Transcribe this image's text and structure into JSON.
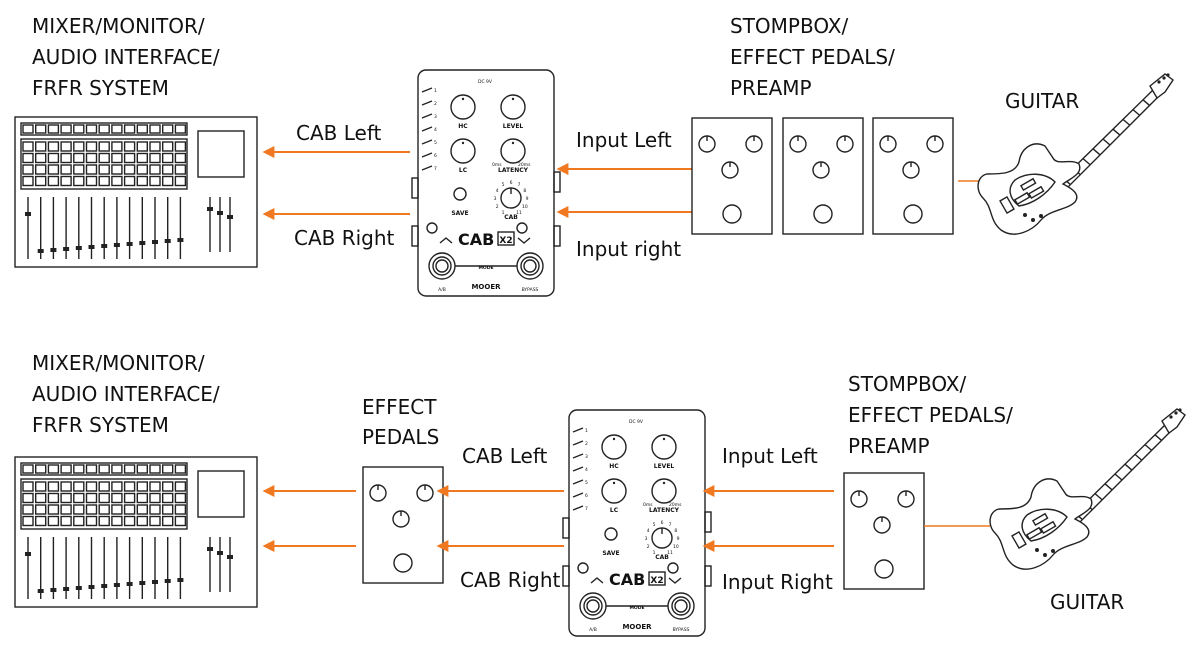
{
  "colors": {
    "arrow": "#f07820",
    "line": "#222222"
  },
  "top": {
    "mixer_label": [
      "MIXER/MONITOR/",
      "AUDIO INTERFACE/",
      "FRFR SYSTEM"
    ],
    "stompbox_label": [
      "STOMPBOX/",
      "EFFECT PEDALS/",
      "PREAMP"
    ],
    "guitar_label": "GUITAR",
    "cab_left": "CAB Left",
    "cab_right": "CAB Right",
    "input_left": "Input Left",
    "input_right": "Input right"
  },
  "bottom": {
    "mixer_label": [
      "MIXER/MONITOR/",
      "AUDIO INTERFACE/",
      "FRFR SYSTEM"
    ],
    "effect_label": [
      "EFFECT",
      "PEDALS"
    ],
    "stompbox_label": [
      "STOMPBOX/",
      "EFFECT PEDALS/",
      "PREAMP"
    ],
    "guitar_label": "GUITAR",
    "cab_left": "CAB Left",
    "cab_right": "CAB Right",
    "input_left": "Input Left",
    "input_right": "Input Right"
  },
  "pedal": {
    "dc": "DC 9V",
    "knobs": [
      "HC",
      "LEVEL",
      "LC",
      "LATENCY"
    ],
    "latency_range": [
      "0ms",
      "20ms"
    ],
    "cab_knob_label": "CAB",
    "cab_scale": [
      "1",
      "2",
      "3",
      "4",
      "5",
      "6",
      "7",
      "8",
      "9",
      "10",
      "11"
    ],
    "save": "SAVE",
    "name": "CAB",
    "name_suffix": "X2",
    "mode": "MODE",
    "footswitch_left": "A/B",
    "footswitch_right": "BYPASS",
    "brand": "MOOER",
    "scale": [
      "1",
      "2",
      "3",
      "4",
      "5",
      "6",
      "7"
    ]
  }
}
